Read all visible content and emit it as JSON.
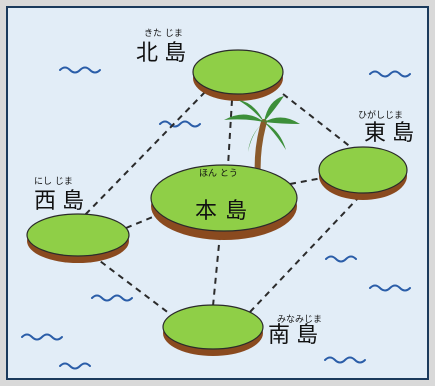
{
  "colors": {
    "sea": "#e2edf7",
    "border": "#1b3a5c",
    "island_top": "#8fcf47",
    "island_side": "#8a4a1f",
    "route": "#2b2b2b",
    "wave": "#2a5da8",
    "palm_leaf": "#3d8f3a",
    "palm_trunk": "#8a5a2b"
  },
  "islands": {
    "north": {
      "name": "北島",
      "ruby": "きた じま"
    },
    "east": {
      "name": "東島",
      "ruby": "ひがしじま"
    },
    "west": {
      "name": "西島",
      "ruby": "にし じま"
    },
    "main": {
      "name": "本島",
      "ruby": "ほん とう"
    },
    "south": {
      "name": "南島",
      "ruby": "みなみじま"
    }
  },
  "icons": {
    "wave": "wave-icon",
    "palm": "palm-tree-icon"
  }
}
